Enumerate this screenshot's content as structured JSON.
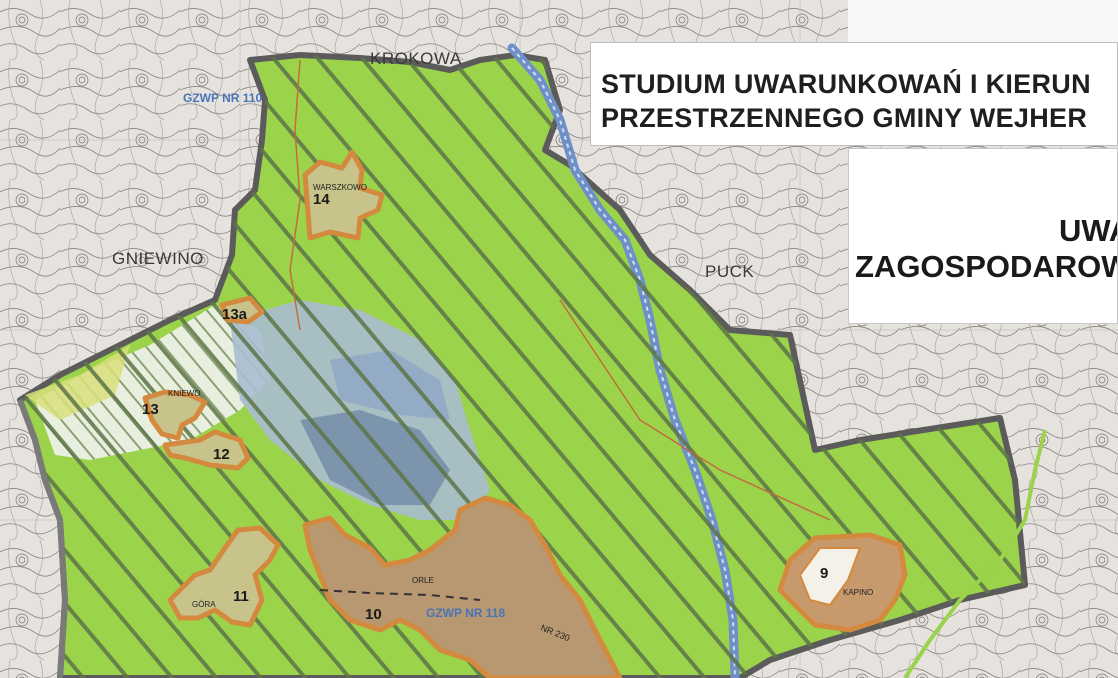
{
  "title_lines": [
    "STUDIUM UWARUNKOWAŃ I KIERUN",
    "PRZESTRZENNEGO GMINY WEJHER"
  ],
  "legend_lines": [
    "UWAI",
    "ZAGOSPODAROW"
  ],
  "places": {
    "krokowa": "KROKOWA",
    "gniewino": "GNIEWINO",
    "puck": "PUCK",
    "warszkowo": "WARSZKOWO",
    "kniewo": "KNIEWO",
    "orle": "ORLE",
    "gora": "GÓRA",
    "kapino": "KAPINO"
  },
  "area_numbers": {
    "a14": "14",
    "a13a": "13a",
    "a13": "13",
    "a12": "12",
    "a11": "11",
    "a10": "10",
    "a9": "9"
  },
  "roads": {
    "gzwp110": "GZWP NR 110",
    "gzwp118": "GZWP NR 118",
    "nr230": "NR 230"
  },
  "colors": {
    "green_zone": "#9bd34a",
    "hatch": "#5d7448",
    "boundary": "#5b5b5b",
    "settlement": "#d48a3e",
    "water": "#6f8fc7",
    "wetland": "#a9bcd0",
    "paper": "#ffffff"
  }
}
